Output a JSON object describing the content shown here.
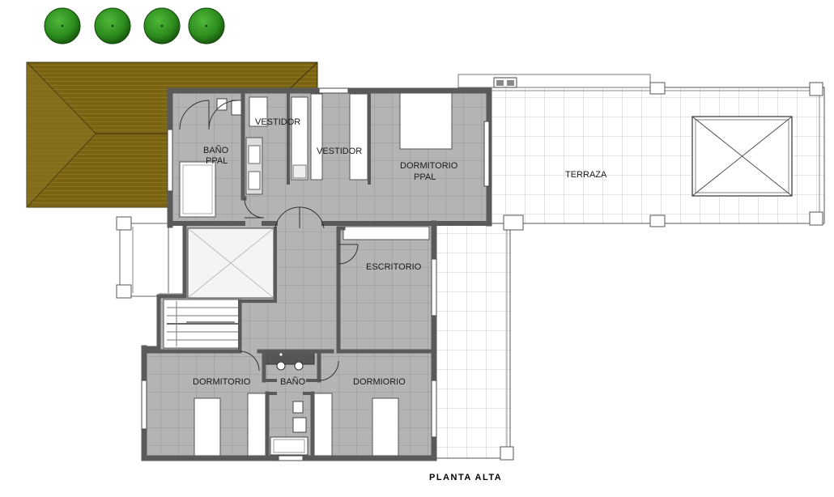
{
  "plan": {
    "title": "PLANTA ALTA",
    "rooms": {
      "vestidor_1": "VESTIDOR",
      "vestidor_2": "VESTIDOR",
      "bano_ppal_line1": "BAÑO",
      "bano_ppal_line2": "PPAL",
      "dormitorio_ppal_line1": "DORMITORIO",
      "dormitorio_ppal_line2": "PPAL",
      "terraza": "TERRAZA",
      "escritorio": "ESCRITORIO",
      "dormitorio_1": "DORMITORIO",
      "bano": "BAÑO",
      "dormitorio_2": "DORMIORIO"
    },
    "colors": {
      "wall": "#5a5a5a",
      "interior_floor": "#b4b4b4",
      "terrace_floor": "#ffffff",
      "roof": "#7a6414",
      "tree": "#2b8a1c"
    }
  }
}
